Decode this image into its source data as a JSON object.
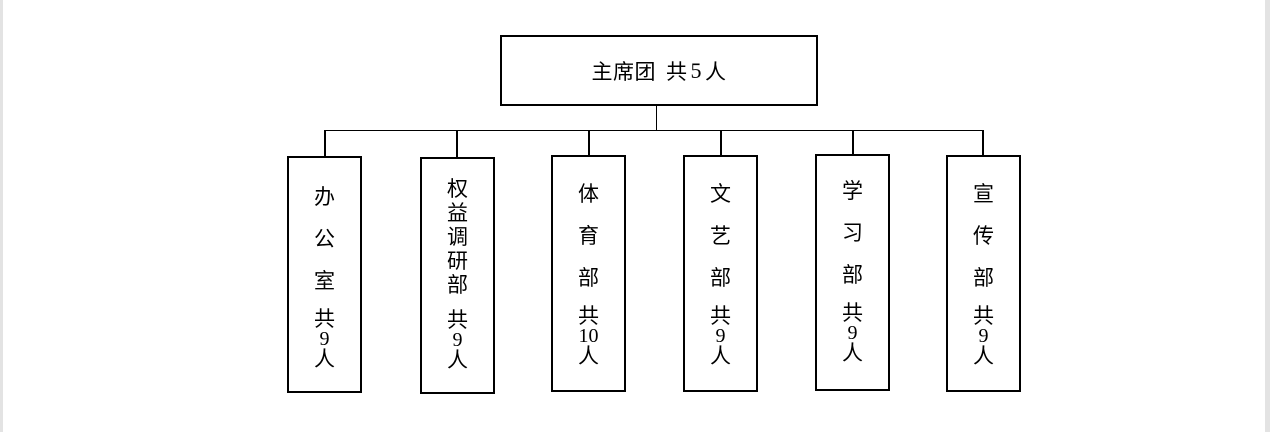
{
  "top": {
    "name": "主席团",
    "gong": "共",
    "count": "5",
    "ren": "人"
  },
  "departments": [
    {
      "chars": [
        "办",
        "公",
        "室"
      ],
      "gong": "共",
      "count": "9",
      "ren": "人"
    },
    {
      "chars": [
        "权",
        "益",
        "调",
        "研",
        "部"
      ],
      "gong": "共",
      "count": "9",
      "ren": "人"
    },
    {
      "chars": [
        "体",
        "育",
        "部"
      ],
      "gong": "共",
      "count": "10",
      "ren": "人"
    },
    {
      "chars": [
        "文",
        "艺",
        "部"
      ],
      "gong": "共",
      "count": "9",
      "ren": "人"
    },
    {
      "chars": [
        "学",
        "习",
        "部"
      ],
      "gong": "共",
      "count": "9",
      "ren": "人"
    },
    {
      "chars": [
        "宣",
        "传",
        "部"
      ],
      "gong": "共",
      "count": "9",
      "ren": "人"
    }
  ]
}
